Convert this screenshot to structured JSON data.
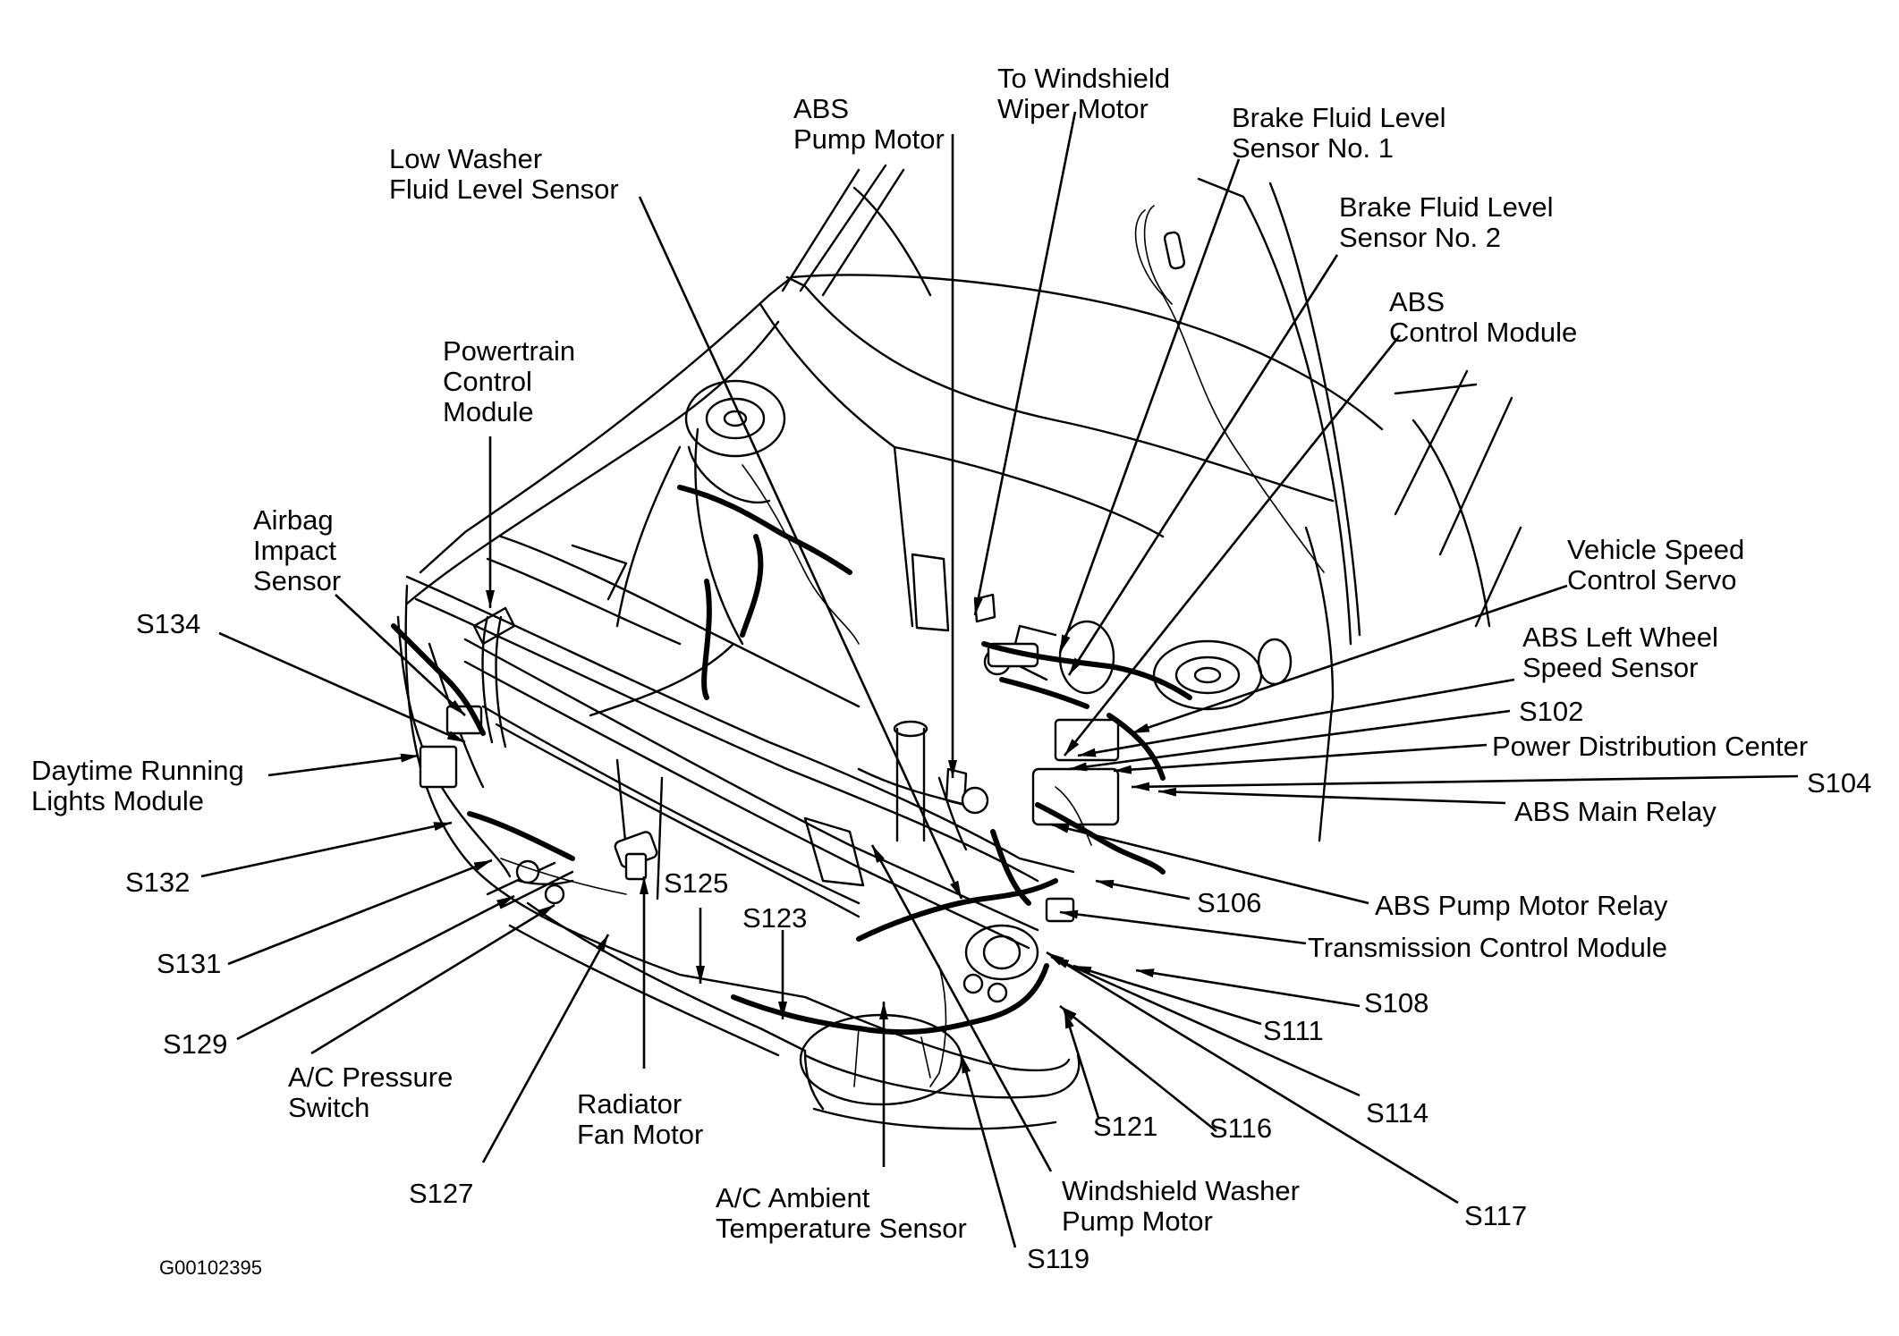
{
  "figure_id": "G00102395",
  "labels": {
    "abs_pump_motor": [
      "ABS",
      "Pump Motor"
    ],
    "to_windshield_wiper_motor": [
      "To Windshield",
      "Wiper Motor"
    ],
    "brake_fluid_level_sensor_1": [
      "Brake Fluid Level",
      "Sensor No. 1"
    ],
    "brake_fluid_level_sensor_2": [
      "Brake Fluid Level",
      "Sensor No. 2"
    ],
    "abs_control_module": [
      "ABS",
      "Control Module"
    ],
    "low_washer_fluid_level_sensor": [
      "Low Washer",
      "Fluid Level Sensor"
    ],
    "powertrain_control_module": [
      "Powertrain",
      "Control",
      "Module"
    ],
    "airbag_impact_sensor": [
      "Airbag",
      "Impact",
      "Sensor"
    ],
    "vehicle_speed_control_servo": [
      "Vehicle Speed",
      "Control Servo"
    ],
    "abs_left_wheel_speed_sensor": [
      "ABS Left Wheel",
      "Speed Sensor"
    ],
    "s102": "S102",
    "power_distribution_center": "Power Distribution Center",
    "s104": "S104",
    "abs_main_relay": "ABS Main Relay",
    "s134": "S134",
    "daytime_running_lights_module": [
      "Daytime Running",
      "Lights Module"
    ],
    "s132": "S132",
    "s131": "S131",
    "s129": "S129",
    "ac_pressure_switch": [
      "A/C Pressure",
      "Switch"
    ],
    "s127": "S127",
    "radiator_fan_motor": [
      "Radiator",
      "Fan Motor"
    ],
    "s125": "S125",
    "s123": "S123",
    "ac_ambient_temperature_sensor": [
      "A/C Ambient",
      "Temperature Sensor"
    ],
    "s119": "S119",
    "windshield_washer_pump_motor": [
      "Windshield Washer",
      "Pump Motor"
    ],
    "s121": "S121",
    "s116": "S116",
    "s106": "S106",
    "abs_pump_motor_relay": "ABS Pump Motor Relay",
    "transmission_control_module": "Transmission Control Module",
    "s108": "S108",
    "s111": "S111",
    "s114": "S114",
    "s117": "S117"
  }
}
